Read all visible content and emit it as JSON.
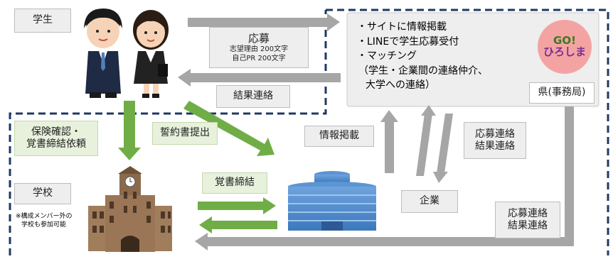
{
  "actors": {
    "student_label": "学生",
    "school_label": "学校",
    "school_note": [
      "※構成メンバー外の",
      "学校も参加可能"
    ],
    "company_label": "企業",
    "prefecture_label": "県(事務局)"
  },
  "prefecture_box": {
    "bullets": [
      "・サイトに情報掲載",
      "・LINEで学生応募受付",
      "・マッチング",
      "（学生・企業間の連絡仲介、",
      "大学への連絡）"
    ],
    "logo_text": [
      "GO!",
      "ひろしま"
    ]
  },
  "flows": {
    "apply": {
      "title": "応募",
      "lines": [
        "志望理由 200文字",
        "自己PR 200文字"
      ]
    },
    "result_contact": "結果連絡",
    "insurance": [
      "保険確認・",
      "覚書締結依頼"
    ],
    "pledge": "誓約書提出",
    "memorandum": "覚書締結",
    "info_post": "情報掲載",
    "company_contact": [
      "応募連絡",
      "結果連絡"
    ],
    "school_contact": [
      "応募連絡",
      "結果連絡"
    ]
  },
  "colors": {
    "gray_arrow": "#a6a6a6",
    "green_arrow": "#70ad47",
    "dash_border": "#1f3864",
    "building_blue": "#4a86c8",
    "logo_bg": "#f4a3a3"
  }
}
